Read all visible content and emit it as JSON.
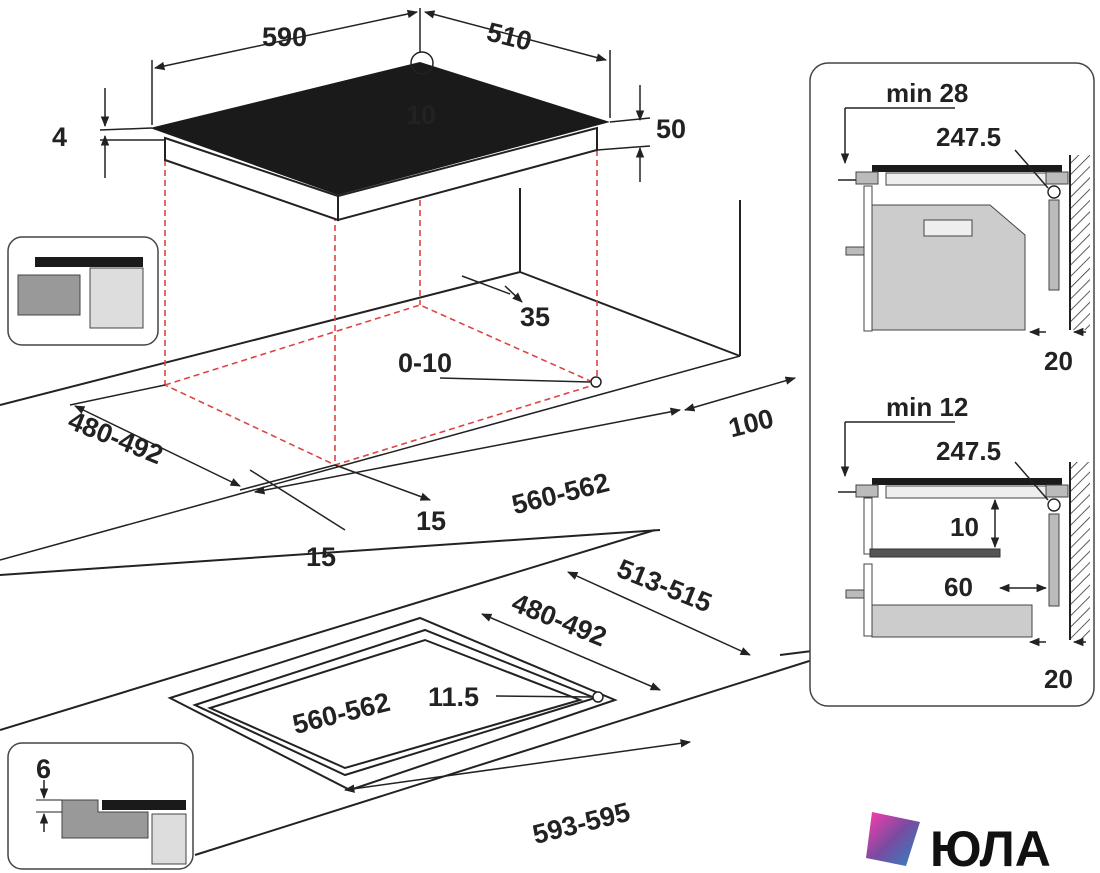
{
  "top_diagram": {
    "hob_width": "590",
    "hob_depth": "510",
    "corner_radius": "10",
    "glass_thickness": "4",
    "hob_height": "50",
    "min_rear_distance": "35",
    "corner_offset": "0-10",
    "front_distance_right": "100",
    "cutout_depth": "480-492",
    "cutout_width": "560-562",
    "offset_a": "15",
    "offset_b": "15"
  },
  "flush_diagram": {
    "outer_depth": "513-515",
    "cutout_depth": "480-492",
    "cutout_width": "560-562",
    "corner_radius": "11.5",
    "outer_width": "593-595"
  },
  "inset_flush": {
    "rebate_depth": "6"
  },
  "side_panel": {
    "upper": {
      "min_label": "min 28",
      "gap_label": "247.5",
      "wall_gap": "20"
    },
    "lower": {
      "min_label": "min 12",
      "gap_label": "247.5",
      "vertical_gap": "10",
      "depth_gap": "60",
      "wall_gap": "20"
    }
  },
  "brand": {
    "name": "ЮЛА",
    "colors": {
      "gradient_start": "#ff3cac",
      "gradient_mid": "#784ba0",
      "gradient_end": "#2b86c5"
    }
  }
}
